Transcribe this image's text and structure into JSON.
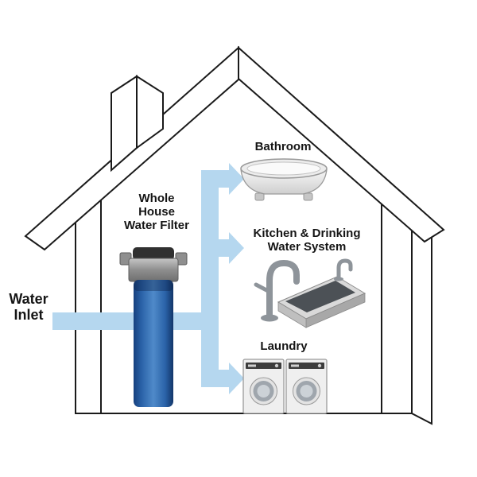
{
  "diagram": {
    "type": "whole-house-water-filter-flow",
    "labels": {
      "water_inlet": "Water\nInlet",
      "filter": "Whole\nHouse\nWater Filter",
      "bathroom": "Bathroom",
      "kitchen": "Kitchen & Drinking\nWater System",
      "laundry": "Laundry"
    },
    "colors": {
      "flow_arrow": "#b5d7ef",
      "filter_body_blue": "#2a62a8",
      "filter_body_dark": "#16407e",
      "filter_cap_grey": "#8e8e8e",
      "house_outline": "#1a1a1a",
      "icon_grey": "#9a9a9a",
      "background": "#ffffff",
      "label_text": "#151515"
    },
    "icons": {
      "house": "house-outline",
      "chimney": "chimney",
      "flow_arrows": "water-flow-arrows",
      "water_filter": "water-filter-unit",
      "bathtub": "bathtub-icon",
      "kitchen_sink": "kitchen-sink-icon",
      "faucet": "faucet-icon",
      "washer": "washer-icon",
      "dryer": "dryer-icon"
    }
  }
}
